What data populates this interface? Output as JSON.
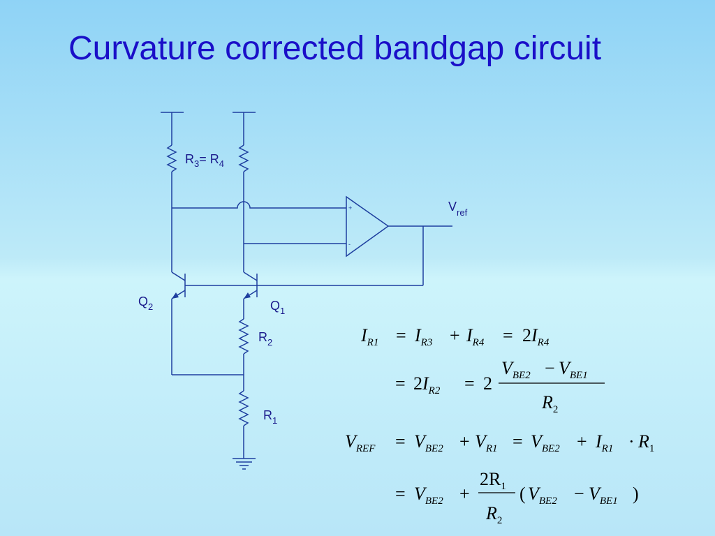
{
  "title": "Curvature corrected bandgap circuit",
  "circuit": {
    "r3_r4": {
      "a": "R",
      "a_sub": "3",
      "eq": "= R",
      "b_sub": "4"
    },
    "vref": {
      "main": "V",
      "sub": "ref"
    },
    "q2": {
      "main": "Q",
      "sub": "2"
    },
    "q1": {
      "main": "Q",
      "sub": "1"
    },
    "r2": {
      "main": "R",
      "sub": "2"
    },
    "r1": {
      "main": "R",
      "sub": "1"
    },
    "opamp_plus": "+",
    "opamp_minus": "-"
  },
  "equations": {
    "eq1": {
      "i": "I",
      "r1": "R1",
      "equals": "=",
      "r3": "R3",
      "plus": "+",
      "r4": "R4",
      "two": "2"
    },
    "eq2": {
      "equals": "=",
      "two": "2",
      "i": "I",
      "r2": "R2",
      "v": "V",
      "be2": "BE2",
      "minus": "−",
      "be1": "BE1",
      "den_r": "R",
      "den_sub": "2"
    },
    "eq3": {
      "v": "V",
      "ref": "REF",
      "equals": "=",
      "be2": "BE2",
      "plus": "+",
      "r1": "R1",
      "i": "I",
      "dot": "·",
      "r": "R",
      "one": "1"
    },
    "eq4": {
      "equals": "=",
      "v": "V",
      "be2": "BE2",
      "plus": "+",
      "num": "2R",
      "num_sub": "1",
      "den": "R",
      "den_sub": "2",
      "lparen": "(",
      "minus": "−",
      "be1": "BE1",
      "rparen": ")"
    }
  }
}
